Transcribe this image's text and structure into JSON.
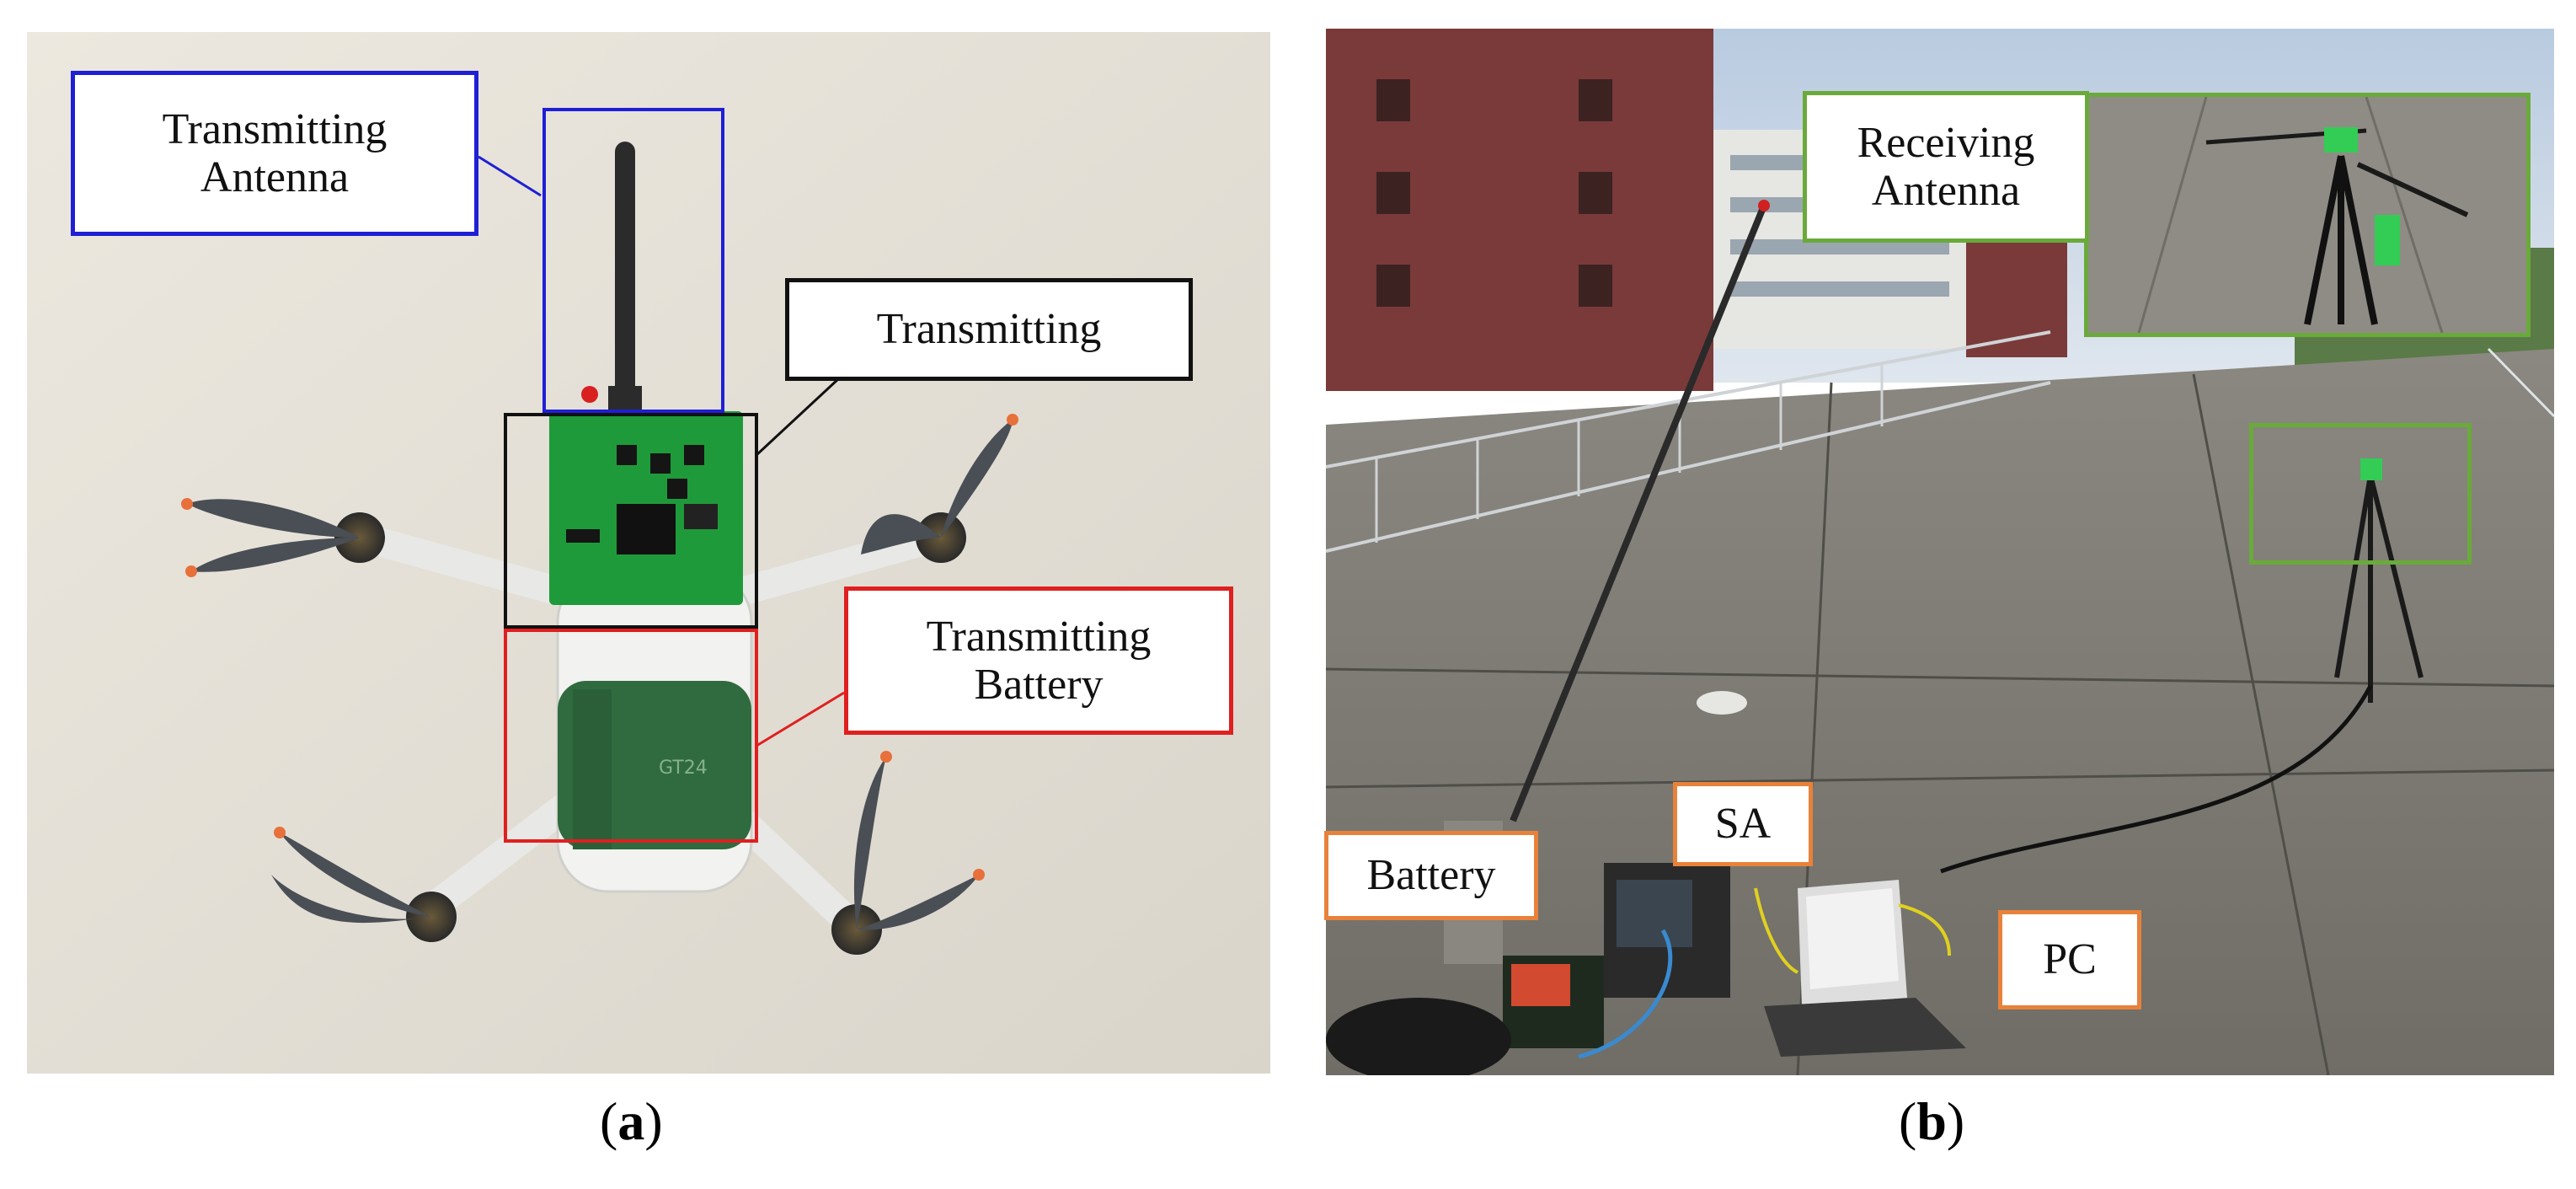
{
  "panel_a": {
    "caption_letter": "a",
    "labels": {
      "tx_antenna": "Transmitting\nAntenna",
      "tx_module": "Transmitting",
      "tx_battery": "Transmitting\nBattery"
    },
    "colors": {
      "antenna_box": "#1f1fd6",
      "module_box": "#111111",
      "battery_box": "#e01f1f"
    }
  },
  "panel_b": {
    "caption_letter": "b",
    "labels": {
      "rx_antenna": "Receiving\nAntenna",
      "sa": "SA",
      "battery": "Battery",
      "pc": "PC"
    },
    "colors": {
      "antenna_box": "#6aaa3a",
      "equipment_box": "#e8823a"
    }
  }
}
